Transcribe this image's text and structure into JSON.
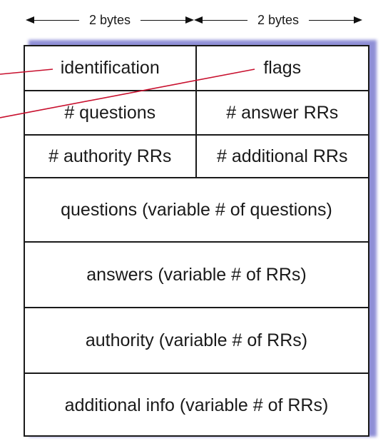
{
  "dimensions": {
    "left_label": "2 bytes",
    "right_label": "2 bytes"
  },
  "header_fields": {
    "identification": "identification",
    "flags": "flags",
    "questions_count": "# questions",
    "answer_rrs": "# answer RRs",
    "authority_rrs": "# authority RRs",
    "additional_rrs": "# additional RRs"
  },
  "sections": {
    "questions": "questions (variable # of questions)",
    "answers": "answers (variable # of RRs)",
    "authority": "authority (variable # of RRs)",
    "additional": "additional info (variable # of RRs)"
  },
  "colors": {
    "pointer": "#c8102e",
    "shadow": "#8f8fd6",
    "border": "#1a1a1a"
  }
}
